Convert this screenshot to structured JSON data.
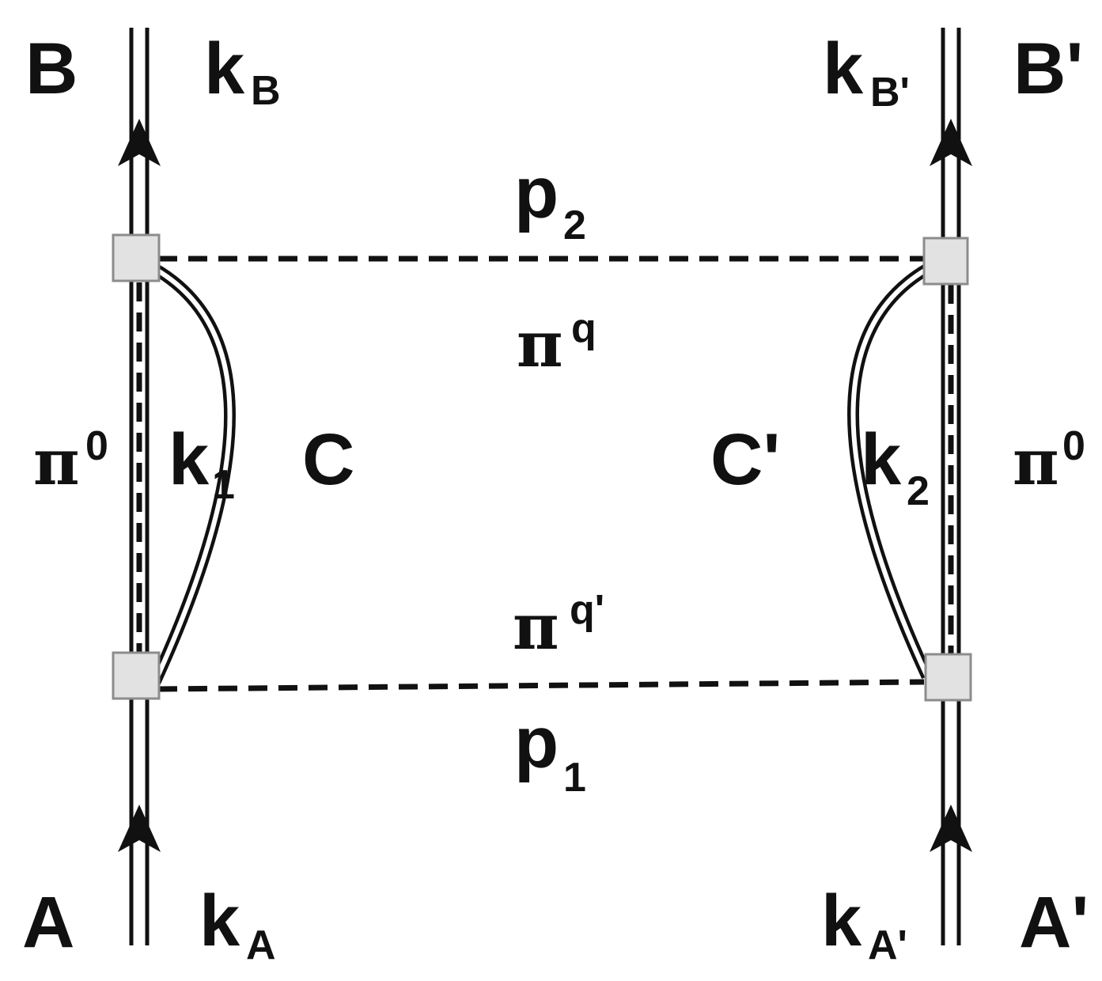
{
  "colors": {
    "line": "#111111",
    "vertex_fill": "#e2e2e2",
    "vertex_stroke": "#8c8c8c",
    "background": "#ffffff"
  },
  "labels": {
    "B": "B",
    "B_prime": "B'",
    "A": "A",
    "A_prime": "A'",
    "C": "C",
    "C_prime": "C'",
    "k": "k",
    "p": "p",
    "pi": "π",
    "sub_B": "B",
    "sub_B_prime": "B'",
    "sub_A": "A",
    "sub_A_prime": "A'",
    "sub_1": "1",
    "sub_2": "2",
    "sup_0": "0",
    "sup_q": "q",
    "sup_q_prime": "q'"
  }
}
